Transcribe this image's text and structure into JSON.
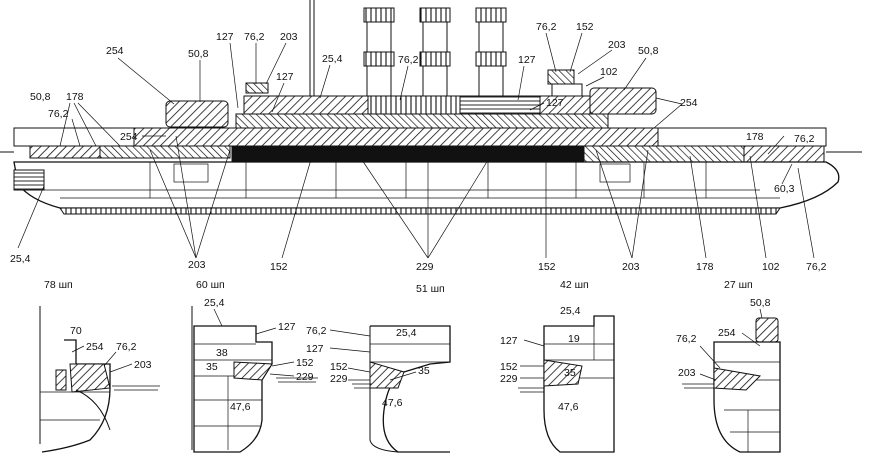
{
  "profile": {
    "labels": {
      "l_50_8_left": "50,8",
      "l_178_left": "178",
      "l_76_2_left": "76,2",
      "l_254_top": "254",
      "l_254_mid": "254",
      "l_50_8_b1": "50,8",
      "l_127_a": "127",
      "l_76_2_a": "76,2",
      "l_203_a": "203",
      "l_127_b": "127",
      "l_25_4_a": "25,4",
      "l_76_2_b": "76,2",
      "l_127_c": "127",
      "l_127_d": "127",
      "l_76_2_c": "76,2",
      "l_152_top": "152",
      "l_203_b": "203",
      "l_102_a": "102",
      "l_50_8_b2": "50,8",
      "l_254_right": "254",
      "l_178_right": "178",
      "l_76_2_right": "76,2",
      "l_60_3": "60,3",
      "b_25_4": "25,4",
      "b_203_a": "203",
      "b_152_a": "152",
      "b_229": "229",
      "b_152_b": "152",
      "b_203_b": "203",
      "b_178": "178",
      "b_102": "102",
      "b_76_2": "76,2"
    }
  },
  "sections": [
    {
      "title": "78 шп",
      "labels": [
        "70",
        "254",
        "76,2",
        "203"
      ]
    },
    {
      "title": "60 шп",
      "labels": [
        "25,4",
        "127",
        "38",
        "35",
        "152",
        "229",
        "47,6"
      ]
    },
    {
      "title": "51 шп",
      "labels": [
        "76,2",
        "25,4",
        "127",
        "152",
        "229",
        "35",
        "47,6"
      ]
    },
    {
      "title": "42 шп",
      "labels": [
        "25,4",
        "19",
        "127",
        "152",
        "229",
        "35",
        "47,6"
      ]
    },
    {
      "title": "27 шп",
      "labels": [
        "50,8",
        "254",
        "76,2",
        "203"
      ]
    }
  ]
}
